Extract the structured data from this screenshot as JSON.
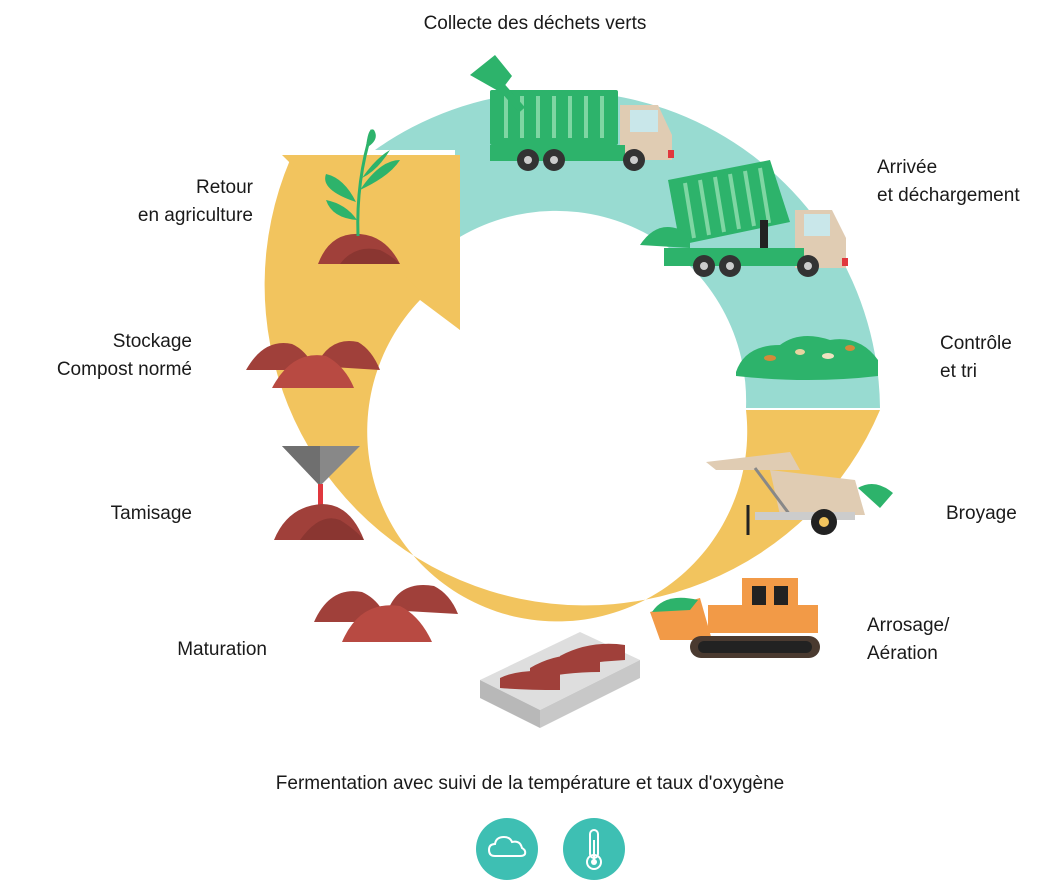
{
  "title": "Collecte des déchets verts",
  "steps": {
    "arrivee": {
      "line1": "Arrivée",
      "line2": "et déchargement"
    },
    "controle": {
      "line1": "Contrôle",
      "line2": "et tri"
    },
    "broyage": {
      "line1": "Broyage"
    },
    "arrosage": {
      "line1": "Arrosage/",
      "line2": "Aération"
    },
    "maturation": {
      "line1": "Maturation"
    },
    "tamisage": {
      "line1": "Tamisage"
    },
    "stockage": {
      "line1": "Stockage",
      "line2": "Compost normé"
    },
    "retour": {
      "line1": "Retour",
      "line2": "en agriculture"
    }
  },
  "fermentation": "Fermentation avec suivi de la température et taux d'oxygène",
  "icons": [
    "cloud-icon",
    "thermometer-icon"
  ],
  "colors": {
    "teal_ring": "#98dbd1",
    "yellow_ring": "#f2c45e",
    "green_truck": "#2db36b",
    "compost": "#a0403a",
    "dozer": "#f29a47",
    "icon_bg": "#3ebfb3"
  }
}
